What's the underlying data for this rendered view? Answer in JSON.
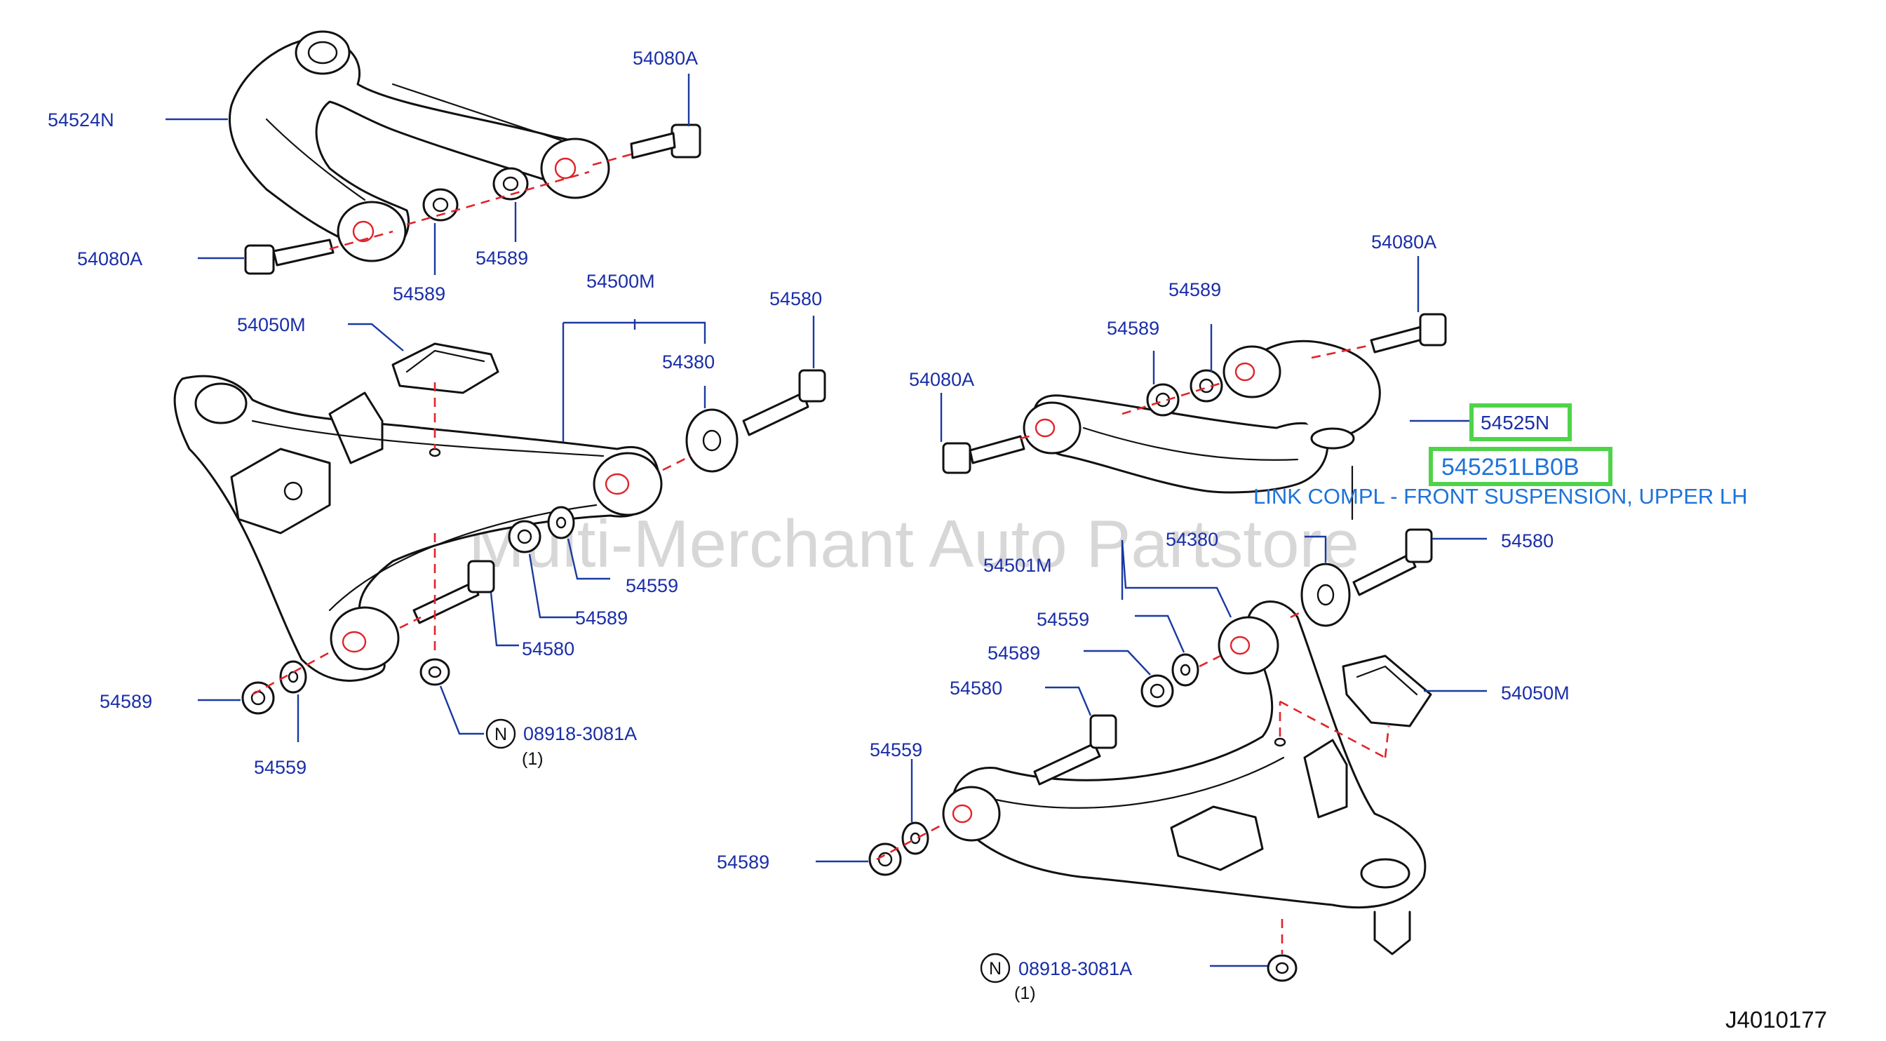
{
  "diagram": {
    "watermark": "Multi-Merchant Auto Partstore",
    "reference_code": "J4010177",
    "labels": {
      "p54524N": "54524N",
      "p54080A_top": "54080A",
      "p54080A_left": "54080A",
      "p54589_a": "54589",
      "p54589_b": "54589",
      "p54500M": "54500M",
      "p54050M_left": "54050M",
      "p54580_top": "54580",
      "p54380_left": "54380",
      "p54559_a": "54559",
      "p54589_c": "54589",
      "p54580_mid": "54580",
      "p54589_d": "54589",
      "p54559_b": "54559",
      "clip_left": "08918-3081A",
      "qty_left": "(1)",
      "p54080A_right_top": "54080A",
      "p54589_e": "54589",
      "p54589_f": "54589",
      "p54080A_right": "54080A",
      "p54380_right": "54380",
      "p54580_right": "54580",
      "p54501M": "54501M",
      "p54559_c": "54559",
      "p54589_g": "54589",
      "p54580_low": "54580",
      "p54050M_right": "54050M",
      "p54559_d": "54559",
      "p54589_h": "54589",
      "clip_right": "08918-3081A",
      "qty_right": "(1)",
      "circle_n": "N"
    },
    "highlight": {
      "part_ref": "54525N",
      "part_number": "545251LB0B",
      "description": "LINK COMPL - FRONT SUSPENSION, UPPER LH",
      "box_color": "#4fd34a",
      "text_color": "#1e73d8"
    },
    "colors": {
      "label_blue": "#1a2ea8",
      "leader_blue": "#1a3aa0",
      "centerline_red": "#e0242a",
      "line_art": "#111111"
    }
  }
}
